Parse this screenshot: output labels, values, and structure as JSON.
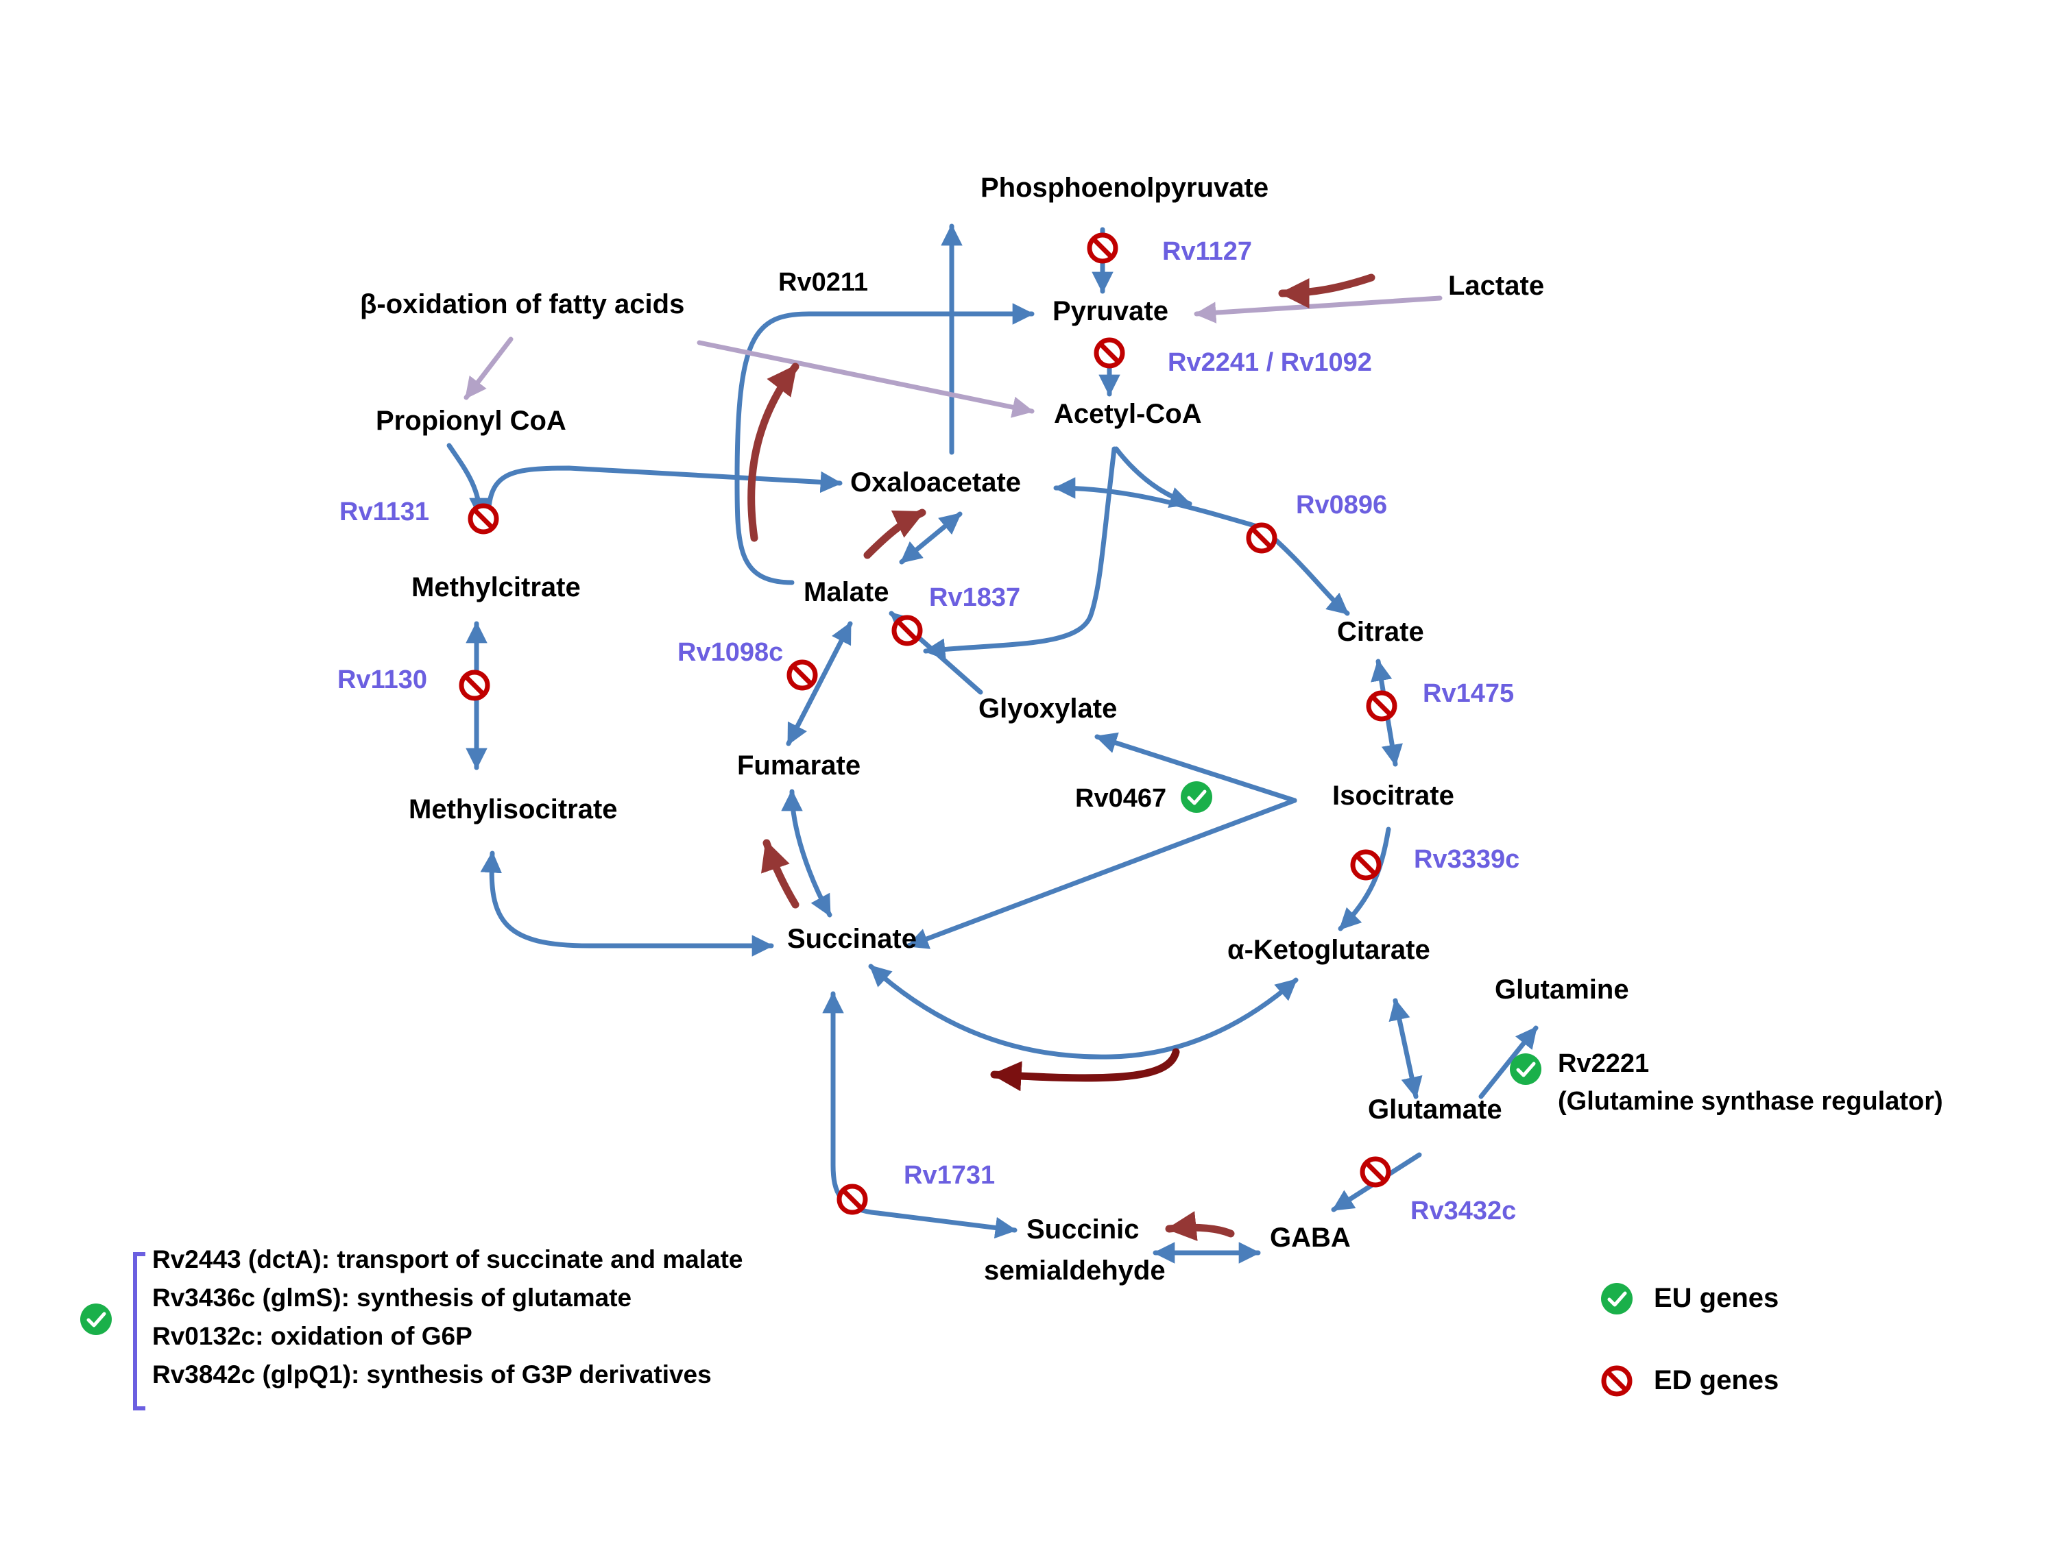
{
  "metabolites": {
    "phosphoenolpyruvate": "Phosphoenolpyruvate",
    "pyruvate": "Pyruvate",
    "lactate": "Lactate",
    "acetyl_coa": "Acetyl-CoA",
    "beta_oxidation": "β-oxidation of fatty acids",
    "propionyl_coa": "Propionyl CoA",
    "oxaloacetate": "Oxaloacetate",
    "methylcitrate": "Methylcitrate",
    "malate": "Malate",
    "citrate": "Citrate",
    "glyoxylate": "Glyoxylate",
    "fumarate": "Fumarate",
    "methylisocitrate": "Methylisocitrate",
    "isocitrate": "Isocitrate",
    "succinate": "Succinate",
    "alpha_ketoglutarate": "α-Ketoglutarate",
    "glutamine": "Glutamine",
    "glutamate": "Glutamate",
    "succinic_semialdehyde_line1": "Succinic",
    "succinic_semialdehyde_line2": "semialdehyde",
    "gaba": "GABA"
  },
  "genes": {
    "rv1127": "Rv1127",
    "rv0211": "Rv0211",
    "rv2241_rv1092": "Rv2241 / Rv1092",
    "rv1131": "Rv1131",
    "rv0896": "Rv0896",
    "rv1837": "Rv1837",
    "rv1098c": "Rv1098c",
    "rv1130": "Rv1130",
    "rv1475": "Rv1475",
    "rv0467": "Rv0467",
    "rv3339c": "Rv3339c",
    "rv2221": "Rv2221",
    "rv2221_desc": "(Glutamine synthase regulator)",
    "rv1731": "Rv1731",
    "rv3432c": "Rv3432c"
  },
  "notes": [
    "Rv2443 (dctA): transport of succinate and malate",
    "Rv3436c (glmS): synthesis of glutamate",
    "Rv0132c: oxidation of G6P",
    "Rv3842c (glpQ1): synthesis of G3P derivatives"
  ],
  "legend": {
    "eu_label": "EU genes",
    "ed_label": "ED genes"
  },
  "colors": {
    "arrow_blue": "#4a7ebb",
    "arrow_red": "#953735",
    "arrow_dark_red": "#7b1010",
    "arrow_lilac": "#b3a2c7",
    "gene_text": "#6b5fe0",
    "check_green": "#1ab04a",
    "prohibit_red": "#c00000"
  },
  "icons": {
    "eu_marker": "check-circle-icon",
    "ed_marker": "prohibited-icon"
  }
}
